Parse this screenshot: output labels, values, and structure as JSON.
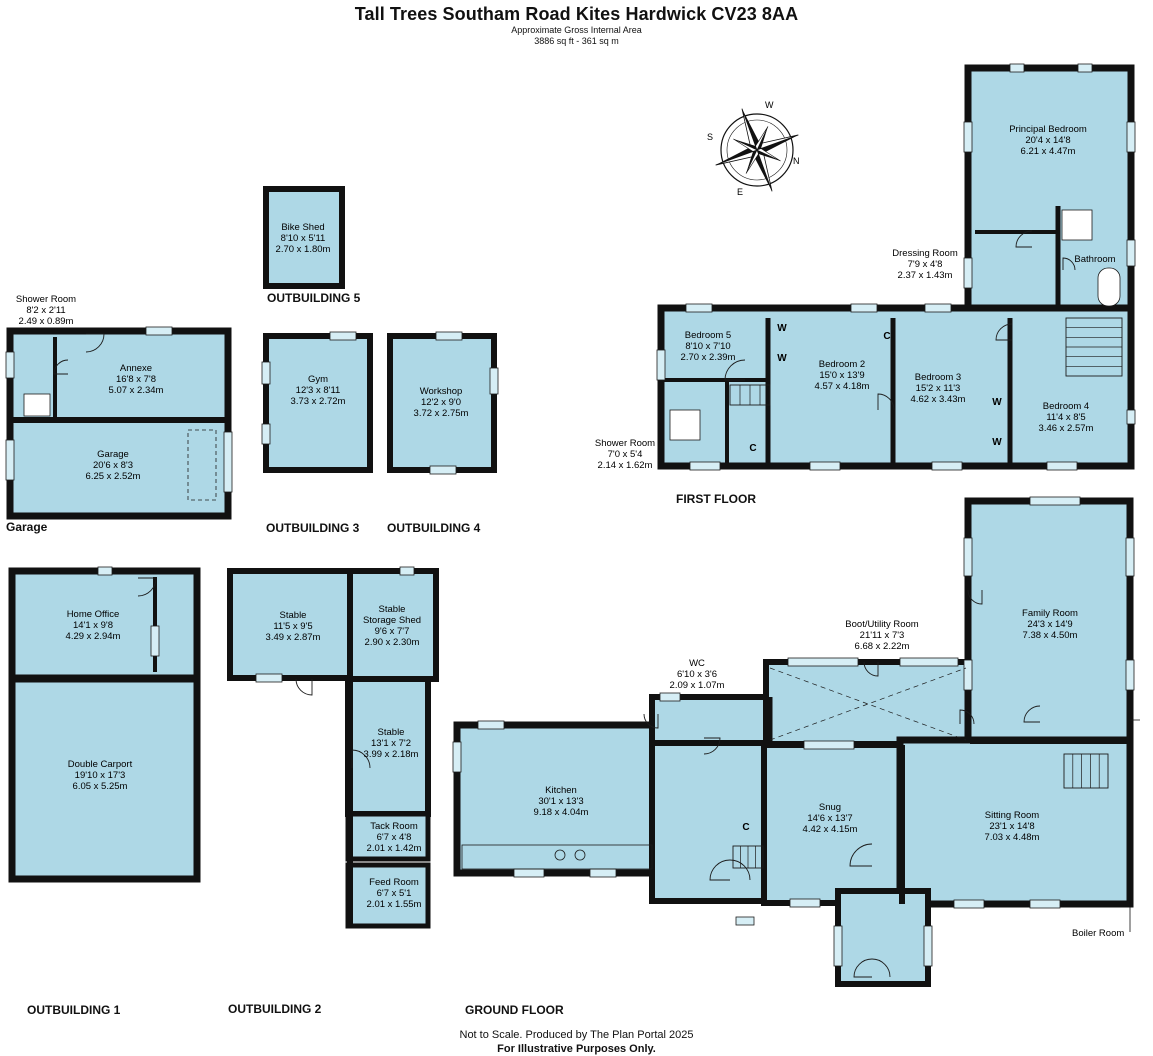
{
  "header": {
    "title": "Tall Trees Southam Road Kites Hardwick CV23 8AA",
    "area_label": "Approximate Gross Internal Area",
    "area_value": "3886 sq ft - 361 sq m"
  },
  "sections": {
    "outbuilding5": "OUTBUILDING 5",
    "garage": "Garage",
    "outbuilding3": "OUTBUILDING 3",
    "outbuilding4": "OUTBUILDING 4",
    "first_floor": "FIRST FLOOR",
    "outbuilding1": "OUTBUILDING 1",
    "outbuilding2": "OUTBUILDING 2",
    "ground_floor": "GROUND FLOOR"
  },
  "rooms": {
    "bike_shed": [
      "Bike Shed",
      "8'10 x 5'11",
      "2.70 x 1.80m"
    ],
    "shower_room_annexe": [
      "Shower Room",
      "8'2 x 2'11",
      "2.49 x 0.89m"
    ],
    "annexe": [
      "Annexe",
      "16'8 x 7'8",
      "5.07 x 2.34m"
    ],
    "garage": [
      "Garage",
      "20'6 x 8'3",
      "6.25 x 2.52m"
    ],
    "gym": [
      "Gym",
      "12'3 x 8'11",
      "3.73 x 2.72m"
    ],
    "workshop": [
      "Workshop",
      "12'2 x 9'0",
      "3.72 x 2.75m"
    ],
    "principal_bedroom": [
      "Principal Bedroom",
      "20'4 x 14'8",
      "6.21 x 4.47m"
    ],
    "dressing_room": [
      "Dressing Room",
      "7'9 x 4'8",
      "2.37 x 1.43m"
    ],
    "bathroom": [
      "Bathroom"
    ],
    "bedroom5": [
      "Bedroom 5",
      "8'10 x 7'10",
      "2.70 x 2.39m"
    ],
    "bedroom2": [
      "Bedroom 2",
      "15'0 x 13'9",
      "4.57 x 4.18m"
    ],
    "bedroom3": [
      "Bedroom 3",
      "15'2 x 11'3",
      "4.62 x 3.43m"
    ],
    "bedroom4": [
      "Bedroom 4",
      "11'4 x 8'5",
      "3.46 x 2.57m"
    ],
    "shower_room_ff": [
      "Shower Room",
      "7'0 x 5'4",
      "2.14 x 1.62m"
    ],
    "home_office": [
      "Home Office",
      "14'1 x 9'8",
      "4.29 x 2.94m"
    ],
    "double_carport": [
      "Double Carport",
      "19'10 x 17'3",
      "6.05 x 5.25m"
    ],
    "stable1": [
      "Stable",
      "11'5 x 9'5",
      "3.49 x 2.87m"
    ],
    "stable_storage": [
      "Stable",
      "Storage Shed",
      "9'6 x 7'7",
      "2.90 x 2.30m"
    ],
    "stable2": [
      "Stable",
      "13'1 x 7'2",
      "3.99 x 2.18m"
    ],
    "tack_room": [
      "Tack Room",
      "6'7 x 4'8",
      "2.01 x 1.42m"
    ],
    "feed_room": [
      "Feed Room",
      "6'7 x 5'1",
      "2.01 x 1.55m"
    ],
    "kitchen": [
      "Kitchen",
      "30'1 x 13'3",
      "9.18 x 4.04m"
    ],
    "wc": [
      "WC",
      "6'10 x 3'6",
      "2.09 x 1.07m"
    ],
    "boot_utility": [
      "Boot/Utility Room",
      "21'11 x 7'3",
      "6.68 x 2.22m"
    ],
    "family_room": [
      "Family Room",
      "24'3 x 14'9",
      "7.38 x 4.50m"
    ],
    "snug": [
      "Snug",
      "14'6 x 13'7",
      "4.42 x 4.15m"
    ],
    "sitting_room": [
      "Sitting Room",
      "23'1 x 14'8",
      "7.03 x 4.48m"
    ],
    "boiler_room": [
      "Boiler Room"
    ]
  },
  "markers": {
    "wardrobe": "W",
    "cupboard": "C"
  },
  "compass": {
    "n": "N",
    "s": "S",
    "e": "E",
    "w": "W"
  },
  "footer": {
    "line1": "Not to Scale. Produced by The Plan Portal 2025",
    "line2": "For Illustrative Purposes Only."
  },
  "colors": {
    "fill": "#aed8e6",
    "wall": "#111111",
    "window": "#d6eef5",
    "line": "#1c1c1c"
  }
}
